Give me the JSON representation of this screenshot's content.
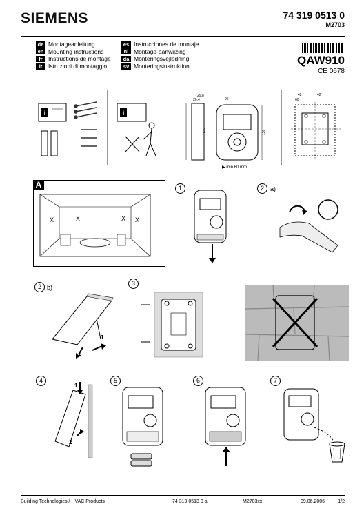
{
  "header": {
    "brand": "SIEMENS",
    "doc_number": "74 319 0513 0",
    "doc_sub": "M2703",
    "model": "QAW910",
    "ce_mark": "CE 0678"
  },
  "languages_left": [
    {
      "code": "de",
      "label": "Montageanleitung"
    },
    {
      "code": "en",
      "label": "Mounting instructions"
    },
    {
      "code": "fr",
      "label": "Instructions de montage"
    },
    {
      "code": "it",
      "label": "Istruzioni di montaggio"
    }
  ],
  "languages_right": [
    {
      "code": "es",
      "label": "Instrucciones de montaje"
    },
    {
      "code": "nl",
      "label": "Montage-aanwijzing"
    },
    {
      "code": "da",
      "label": "Monteringsvejledning"
    },
    {
      "code": "sv",
      "label": "Monteringsinstruktion"
    }
  ],
  "dimensions": {
    "d1": "29.8",
    "d2": "20.4",
    "d3": "96",
    "d4": "126",
    "d5": "130",
    "min_note": "▶ min 60 mm",
    "h1": "42",
    "h2": "42",
    "h3": "60"
  },
  "sections": {
    "a": "A",
    "s1": "1",
    "s2": "2",
    "s2a": "a)",
    "s2b": "b)",
    "s3": "3",
    "s4": "4",
    "s5": "5",
    "s6": "6",
    "s7": "7",
    "arrow1": "1",
    "arrow2": "2"
  },
  "footer": {
    "company": "Building Technologies / HVAC Products",
    "doc": "74 319 0513 0 a",
    "ref": "M2703xx",
    "date": "09.06.2006",
    "page": "1/2"
  },
  "icons": [
    "book-icon",
    "screw-icon",
    "battery-icon",
    "person-icon",
    "device-icon",
    "trash-icon"
  ]
}
